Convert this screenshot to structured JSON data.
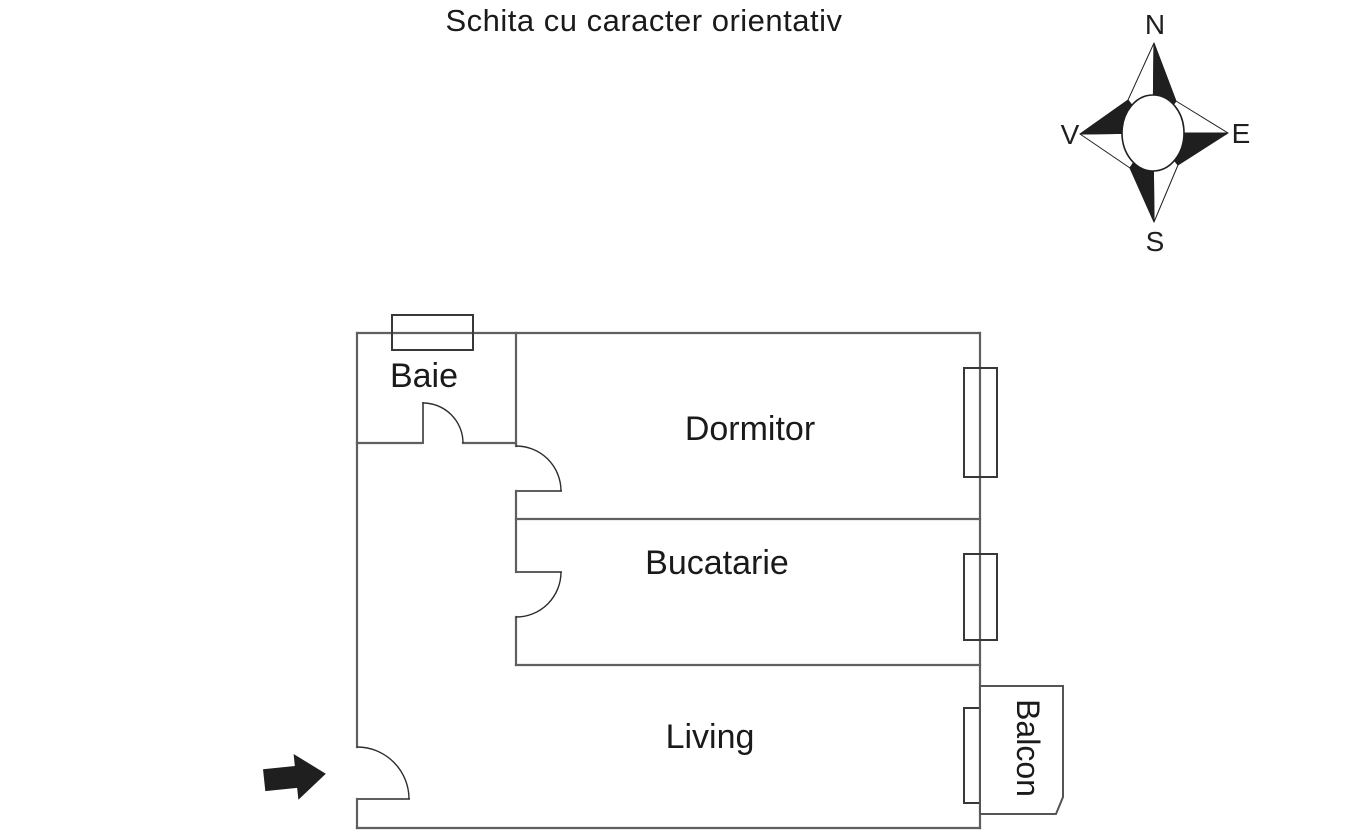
{
  "title": "Schita cu caracter orientativ",
  "compass": {
    "north": "N",
    "east": "E",
    "south": "S",
    "west": "V"
  },
  "rooms": {
    "bathroom": "Baie",
    "bedroom": "Dormitor",
    "kitchen": "Bucatarie",
    "living": "Living",
    "balcony": "Balcon"
  },
  "colors": {
    "background": "#ffffff",
    "wall": "#5f5f5f",
    "window_frame": "#383838",
    "door_arc": "#2e2e2e",
    "balcony_outline": "#555555",
    "text": "#1a1a1a",
    "arrow": "#1f1f1f",
    "compass_ink": "#1f1f1f"
  }
}
